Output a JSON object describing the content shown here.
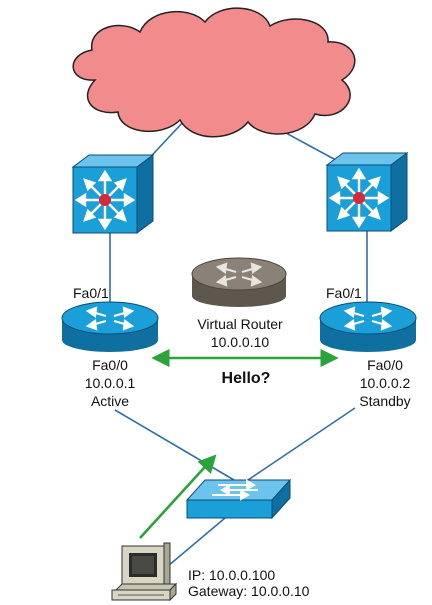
{
  "labels": {
    "left_fa01": "Fa0/1",
    "right_fa01": "Fa0/1",
    "left_fa00": "Fa0/0",
    "right_fa00": "Fa0/0",
    "left_ip": "10.0.0.1",
    "left_state": "Active",
    "right_ip": "10.0.0.2",
    "right_state": "Standby",
    "virtual_router_title": "Virtual Router",
    "virtual_router_ip": "10.0.0.10",
    "hello": "Hello?",
    "host_ip": "IP: 10.0.0.100",
    "host_gateway": "Gateway: 10.0.0.10"
  },
  "colors": {
    "cloud_fill": "#f28b8b",
    "device_blue": "#1a9fd8",
    "device_dark": "#0f6fa0",
    "virtual_router_gray": "#7d7468",
    "hello_arrow_green": "#2aa43a",
    "link_blue": "#2f6fa8",
    "switch_center_red": "#d8283c"
  },
  "icons": {
    "cloud": "cloud-icon",
    "multilayer_switch": "multilayer-switch-icon",
    "router": "router-icon",
    "switch": "switch-icon",
    "pc": "pc-icon"
  }
}
